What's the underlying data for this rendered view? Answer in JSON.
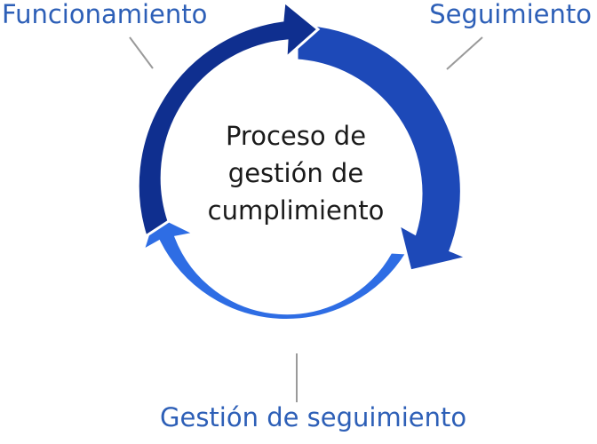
{
  "diagram": {
    "center_title_lines": [
      "Proceso de",
      "gestión de",
      "cumplimiento"
    ],
    "stages": [
      {
        "label": "Funcionamiento",
        "color": "#0f2f8f"
      },
      {
        "label": "Seguimiento",
        "color": "#1d49b8"
      },
      {
        "label": "Gestión de seguimiento",
        "color": "#2e6de4"
      }
    ],
    "colors": {
      "label_text": "#2d5fb7",
      "center_text": "#1a1a1a",
      "leader_line": "#9a9a9a"
    }
  }
}
